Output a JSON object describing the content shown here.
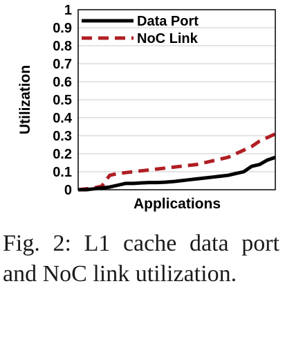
{
  "chart_data": {
    "type": "line",
    "xlabel": "Applications",
    "ylabel": "Utilization",
    "ylim": [
      0,
      1
    ],
    "yticks": [
      "0",
      "0.1",
      "0.2",
      "0.3",
      "0.4",
      "0.5",
      "0.6",
      "0.7",
      "0.8",
      "0.9",
      "1"
    ],
    "grid": true,
    "legend_position": "top-left",
    "series": [
      {
        "name": "Data Port",
        "style": "solid",
        "color": "#000000",
        "x": [
          0,
          0.04,
          0.08,
          0.12,
          0.16,
          0.2,
          0.24,
          0.28,
          0.32,
          0.36,
          0.4,
          0.44,
          0.48,
          0.52,
          0.56,
          0.6,
          0.64,
          0.68,
          0.72,
          0.76,
          0.8,
          0.84,
          0.88,
          0.92,
          0.96,
          1.0
        ],
        "values": [
          0.0,
          0.0,
          0.005,
          0.01,
          0.015,
          0.025,
          0.035,
          0.035,
          0.038,
          0.04,
          0.04,
          0.042,
          0.045,
          0.05,
          0.055,
          0.06,
          0.065,
          0.07,
          0.075,
          0.08,
          0.09,
          0.1,
          0.13,
          0.14,
          0.165,
          0.18
        ]
      },
      {
        "name": "NoC Link",
        "style": "dashed",
        "color": "#b01e23",
        "x": [
          0,
          0.04,
          0.08,
          0.12,
          0.16,
          0.2,
          0.24,
          0.28,
          0.32,
          0.36,
          0.4,
          0.44,
          0.48,
          0.52,
          0.56,
          0.6,
          0.64,
          0.68,
          0.72,
          0.76,
          0.8,
          0.84,
          0.88,
          0.92,
          0.96,
          1.0
        ],
        "values": [
          0.0,
          0.005,
          0.01,
          0.02,
          0.08,
          0.09,
          0.095,
          0.1,
          0.105,
          0.11,
          0.115,
          0.12,
          0.125,
          0.13,
          0.135,
          0.14,
          0.15,
          0.16,
          0.17,
          0.18,
          0.2,
          0.22,
          0.24,
          0.27,
          0.29,
          0.31
        ]
      }
    ]
  },
  "caption": "Fig. 2: L1 cache data port and NoC link utilization."
}
